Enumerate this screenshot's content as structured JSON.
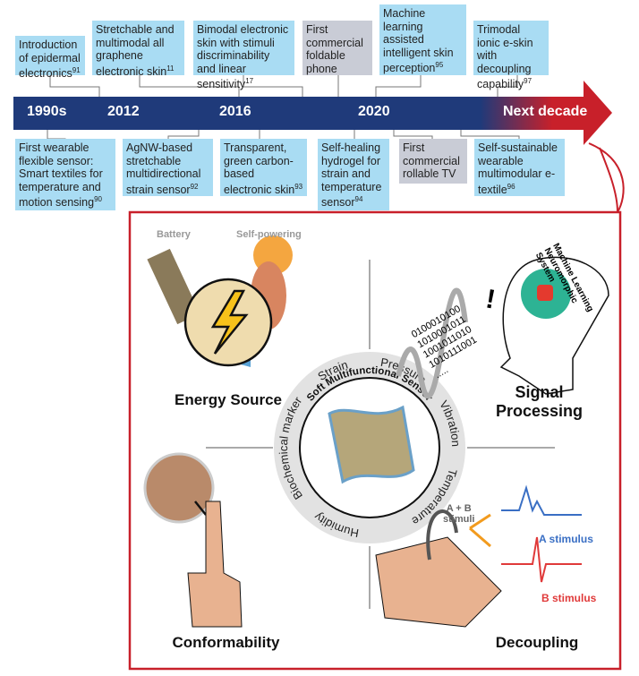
{
  "timeline": {
    "years": [
      "1990s",
      "2012",
      "2016",
      "2020",
      "Next decade"
    ],
    "top": [
      {
        "text": "Introduction of epidermal electronics",
        "ref": "91",
        "gray": false
      },
      {
        "text": "Stretchable and multimodal all graphene electronic skin",
        "ref": "11",
        "gray": false
      },
      {
        "text": "Bimodal electronic skin with stimuli discriminability and linear sensitivity",
        "ref": "17",
        "gray": false
      },
      {
        "text": "First commercial foldable phone",
        "ref": "",
        "gray": true
      },
      {
        "text": "Machine learning assisted intelligent skin perception",
        "ref": "95",
        "gray": false
      },
      {
        "text": "Trimodal ionic e-skin with decoupling capability",
        "ref": "97",
        "gray": false
      }
    ],
    "bottom": [
      {
        "text": "First wearable flexible sensor: Smart textiles for temperature and motion sensing",
        "ref": "90",
        "gray": false
      },
      {
        "text": "AgNW-based stretchable multidirectional strain sensor",
        "ref": "92",
        "gray": false
      },
      {
        "text": "Transparent, green carbon-based electronic skin",
        "ref": "93",
        "gray": false
      },
      {
        "text": "Self-healing hydrogel for strain and temperature sensor",
        "ref": "94",
        "gray": false
      },
      {
        "text": "First commercial rollable TV",
        "ref": "",
        "gray": true
      },
      {
        "text": "Self-sustainable wearable multimodular e-textile",
        "ref": "96",
        "gray": false
      }
    ],
    "colors": {
      "bar": "#1f3a7a",
      "arrow": "#c8202a",
      "box": "#a9dcf3",
      "gray_box": "#c9ccd6"
    }
  },
  "panel": {
    "quadrants": {
      "energy": "Energy Source",
      "signal": "Signal Processing",
      "conform": "Conformability",
      "decouple": "Decoupling"
    },
    "energy_labels": {
      "battery": "Battery",
      "self_powering": "Self-powering"
    },
    "signal_labels": {
      "ml": "Machine Learning",
      "neuro": "Neuromorphic System",
      "binary": [
        "0100010100",
        "1010001011",
        "1001011010",
        "1010111001",
        "....."
      ],
      "exclaim": "!"
    },
    "center": {
      "title": "Soft Multifunctional Sensor",
      "ring": [
        "Strain",
        "Pressure",
        "Vibration",
        "Temperature",
        "Humidity",
        "Biochemical marker"
      ]
    },
    "decoupling": {
      "ab": "A + B",
      "stimuli": "stimuli",
      "a": "A stimulus",
      "b": "B stimulus",
      "a_color": "#3a6fc4",
      "b_color": "#e03a3a"
    }
  }
}
